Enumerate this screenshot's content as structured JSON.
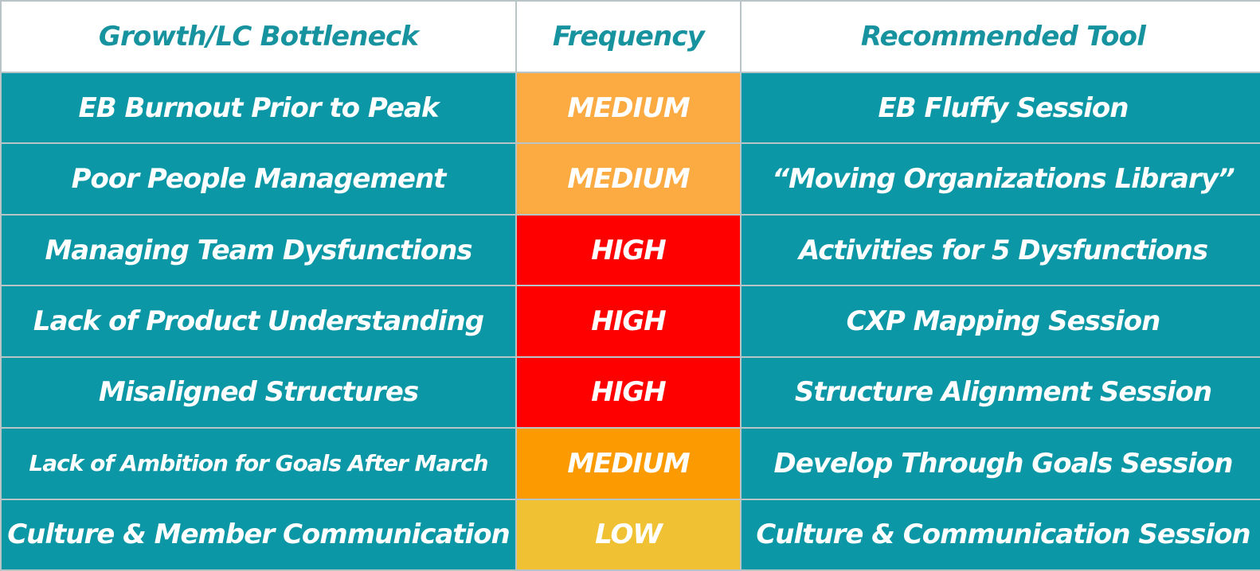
{
  "table": {
    "headers": {
      "bottleneck": "Growth/LC Bottleneck",
      "frequency": "Frequency",
      "tool": "Recommended Tool"
    },
    "rows": [
      {
        "bottleneck": "EB Burnout Prior to Peak",
        "frequency": "MEDIUM",
        "tool": "EB Fluffy Session"
      },
      {
        "bottleneck": "Poor People Management",
        "frequency": "MEDIUM",
        "tool": "“Moving Organizations Library”"
      },
      {
        "bottleneck": "Managing Team Dysfunctions",
        "frequency": "HIGH",
        "tool": "Activities for 5 Dysfunctions"
      },
      {
        "bottleneck": "Lack of Product Understanding",
        "frequency": "HIGH",
        "tool": "CXP Mapping Session"
      },
      {
        "bottleneck": "Misaligned Structures",
        "frequency": "HIGH",
        "tool": "Structure Alignment Session"
      },
      {
        "bottleneck": "Lack of Ambition for Goals After March",
        "frequency": "MEDIUM",
        "tool": "Develop Through Goals Session"
      },
      {
        "bottleneck": "Culture & Member Communication",
        "frequency": "LOW",
        "tool": "Culture & Communication Session"
      }
    ]
  },
  "colors": {
    "teal": "#0b97a5",
    "header_text": "#17929f",
    "medium": "#fbab41",
    "medium_strong": "#fc9a02",
    "high": "#ff0000",
    "low": "#f0c233"
  }
}
